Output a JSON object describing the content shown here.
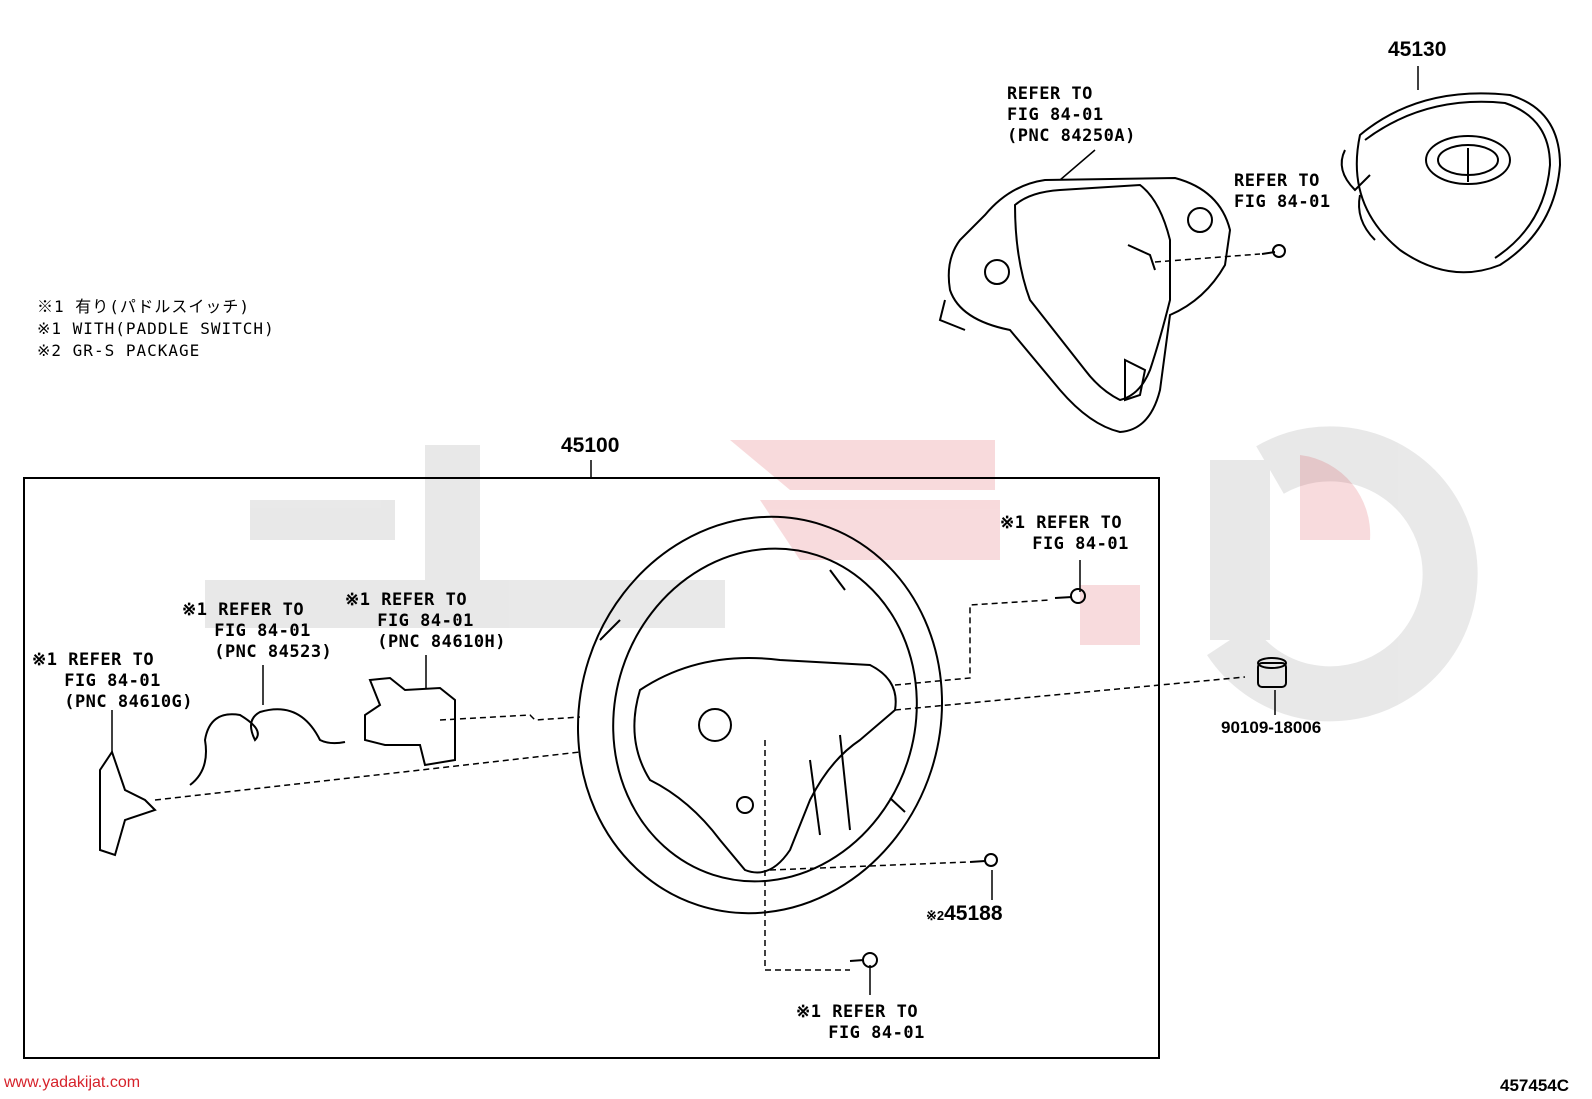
{
  "notes": [
    "※1 有り(パドルスイッチ)",
    "※1 WITH(PADDLE SWITCH)",
    "※2 GR-S PACKAGE"
  ],
  "part_numbers": {
    "airbag": "45130",
    "wheel_assembly": "45100",
    "nut": "90109-18006",
    "gr_s_part_mark": "※2",
    "gr_s_part": "45188"
  },
  "callouts": {
    "pad_ref": [
      "REFER TO",
      "FIG 84-01",
      "(PNC 84250A)"
    ],
    "airbag_screw_ref": [
      "REFER TO",
      "FIG 84-01"
    ],
    "top_screw_ref": [
      "※1 REFER TO",
      "   FIG 84-01"
    ],
    "wire_ref": [
      "※1 REFER TO",
      "   FIG 84-01",
      "   (PNC 84523)"
    ],
    "bracket_ref": [
      "※1 REFER TO",
      "   FIG 84-01",
      "   (PNC 84610H)"
    ],
    "paddle_ref": [
      "※1 REFER TO",
      "   FIG 84-01",
      "   (PNC 84610G)"
    ],
    "bottom_screw_ref": [
      "※1 REFER TO",
      "   FIG 84-01"
    ]
  },
  "watermark": {
    "site": "www.yadakijat.com",
    "color": "#d6222a"
  },
  "figure_code": "457454C"
}
